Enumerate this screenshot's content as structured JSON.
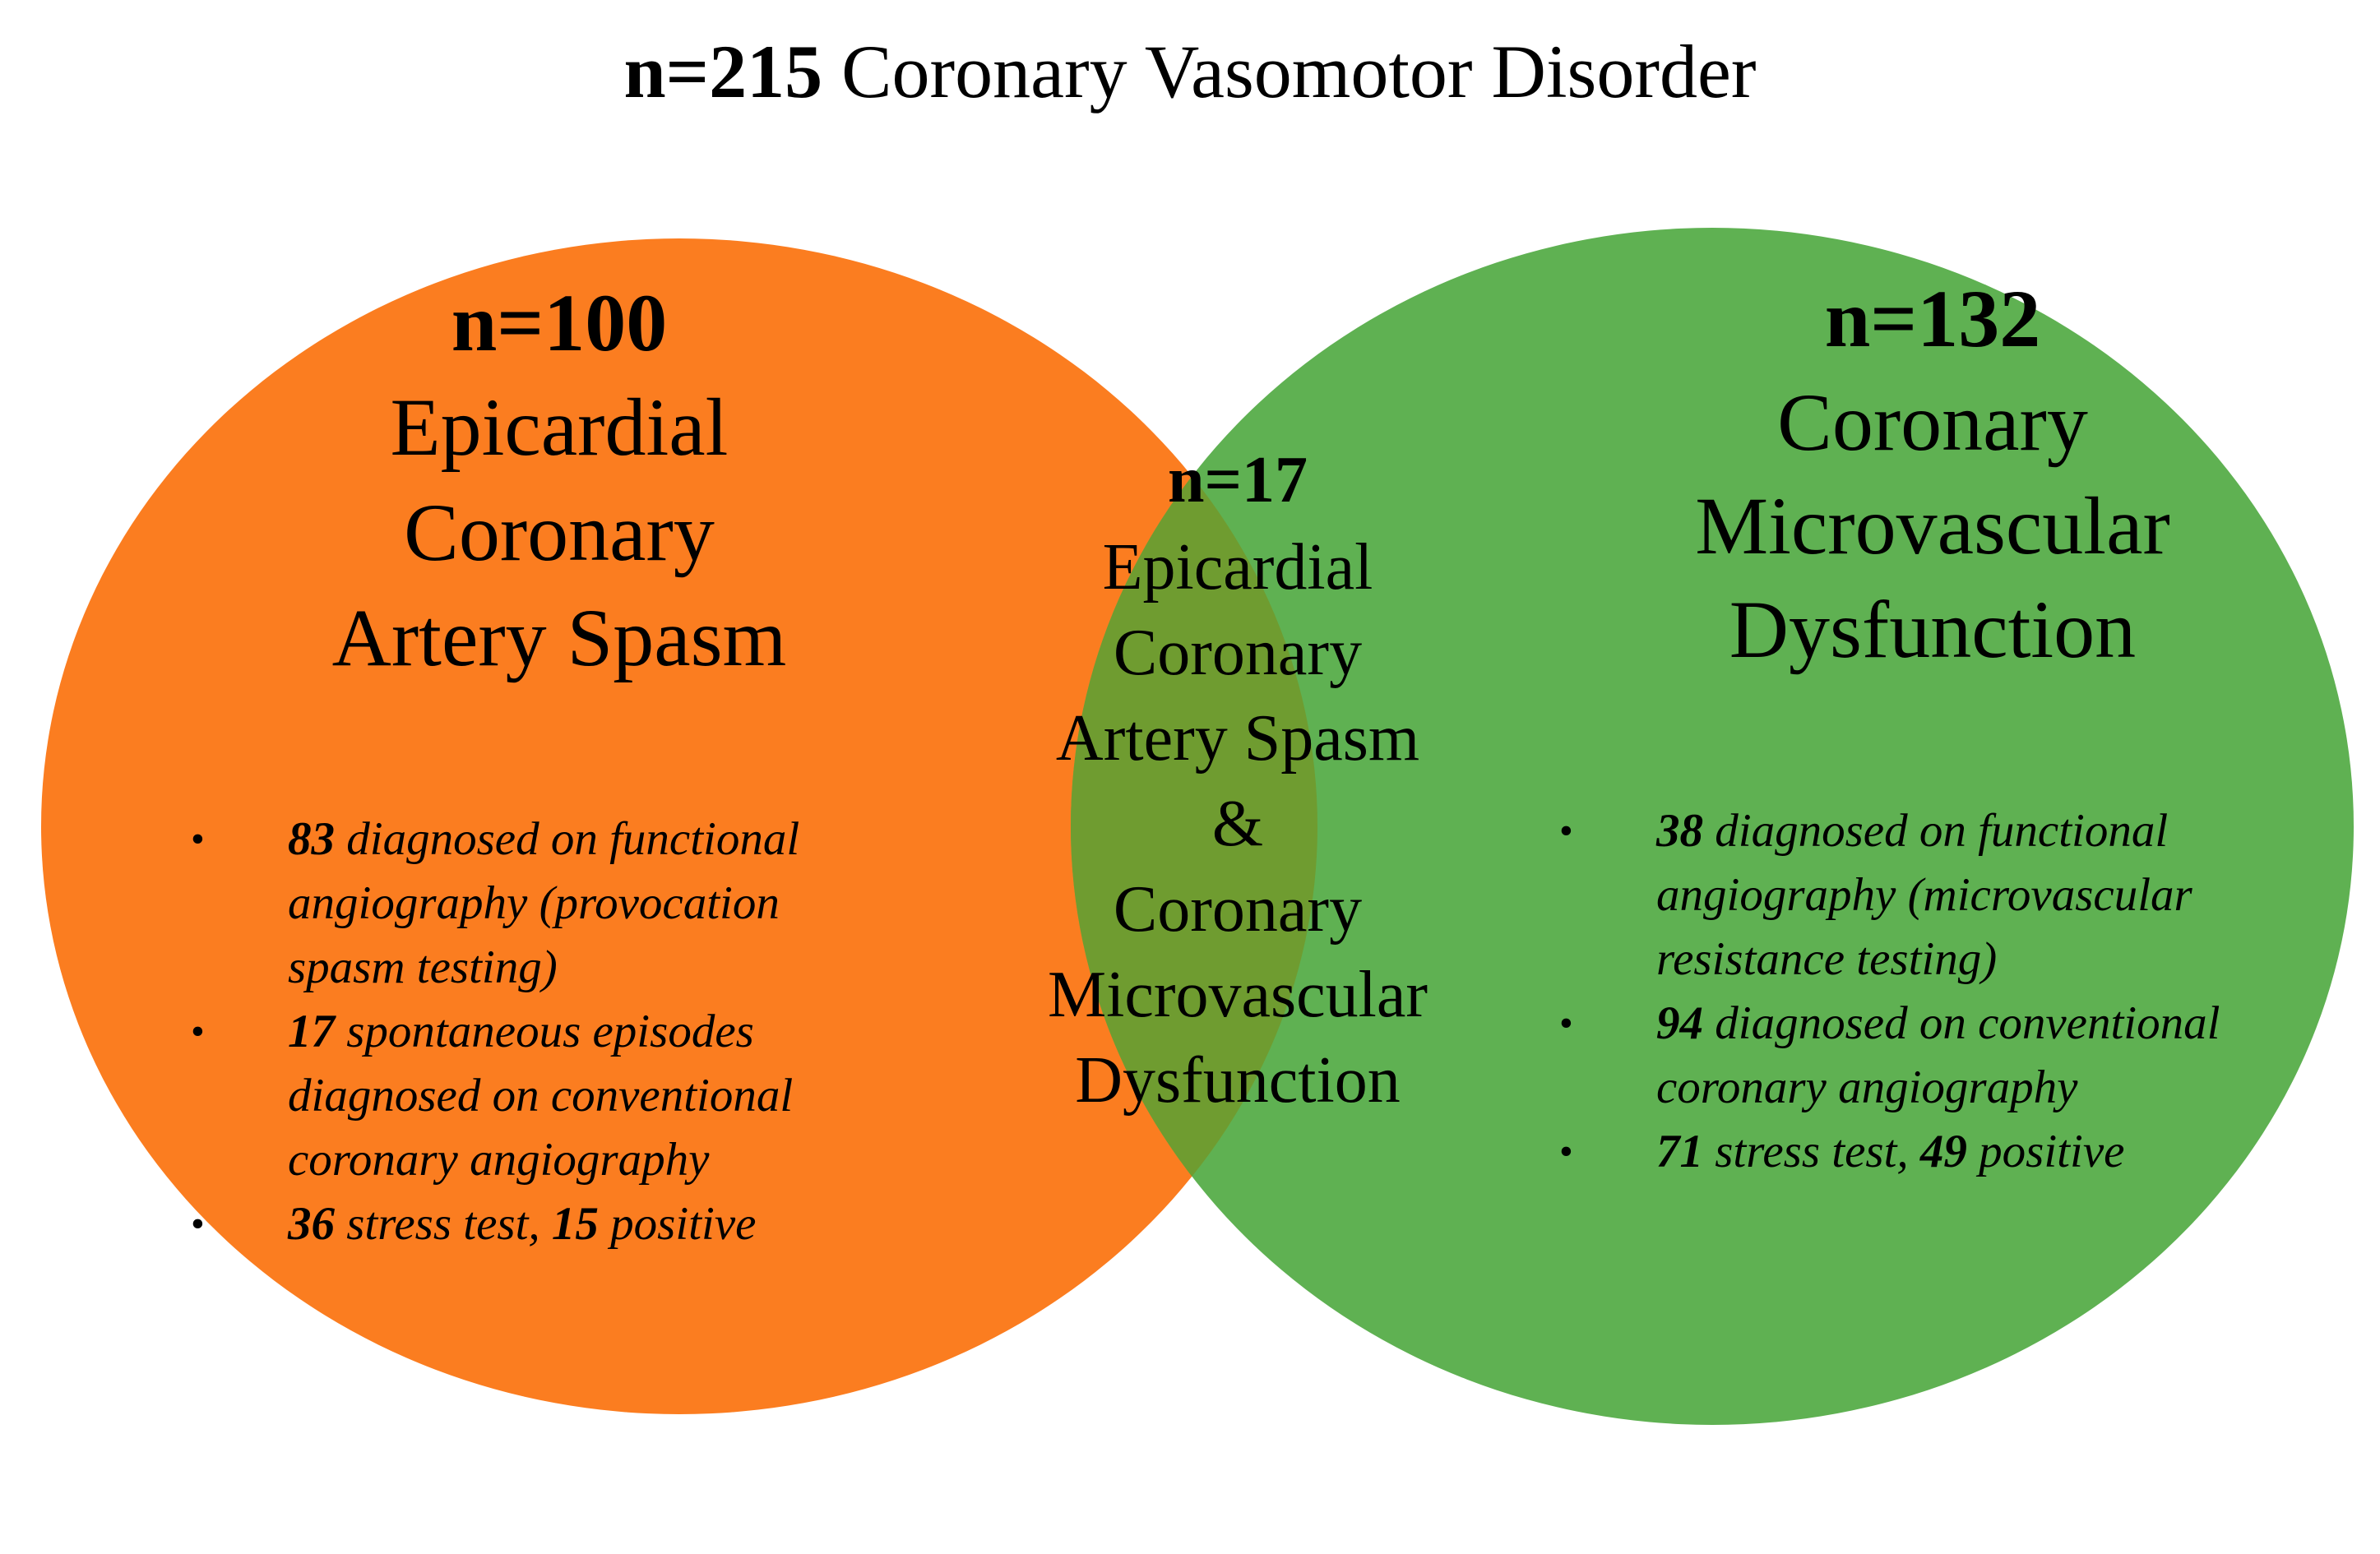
{
  "title": {
    "count": "n=215",
    "text": " Coronary Vasomotor Disorder"
  },
  "colors": {
    "left_circle": "#fb7d20",
    "right_circle": "#5fb152",
    "overlap": "#6f9c30"
  },
  "left": {
    "count": "n=100",
    "label": "Epicardial\nCoronary\nArtery Spasm",
    "notes": [
      {
        "bold": "83",
        "text": " diagnosed on functional angiography (provocation spasm testing)"
      },
      {
        "bold": "17",
        "text": " spontaneous episodes diagnosed on conventional coronary angiography"
      },
      {
        "bold": "36",
        "text": " stress test, ",
        "bold2": "15",
        "text2": " positive"
      }
    ]
  },
  "overlap": {
    "count": "n=17",
    "label": "Epicardial\nCoronary\nArtery Spasm\n&\nCoronary\nMicrovascular\nDysfunction"
  },
  "right": {
    "count": "n=132",
    "label": "Coronary\nMicrovascular\nDysfunction",
    "notes": [
      {
        "bold": "38",
        "text": " diagnosed on functional angiography (microvascular resistance testing)"
      },
      {
        "bold": "94",
        "text": " diagnosed on conventional coronary angiography"
      },
      {
        "bold": "71",
        "text": " stress test, ",
        "bold2": "49",
        "text2": " positive"
      }
    ]
  },
  "bullet": "•"
}
